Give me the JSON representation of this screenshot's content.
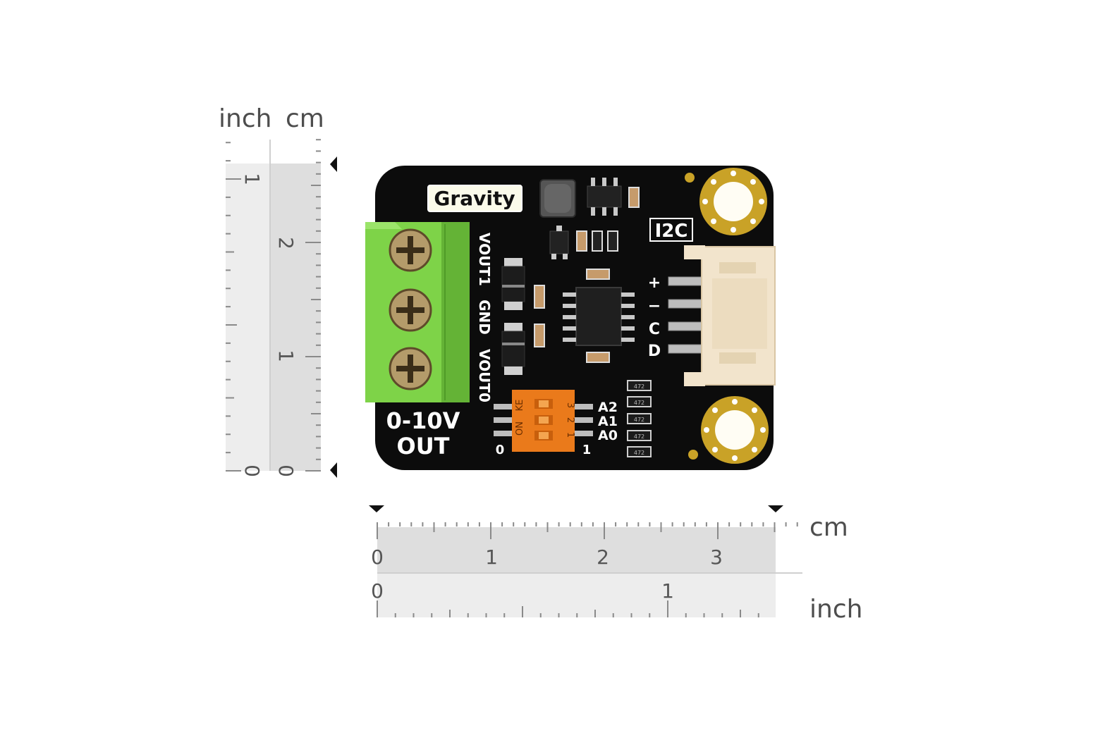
{
  "vertical_ruler": {
    "inch_unit": "inch",
    "cm_unit": "cm",
    "cm_ticks": [
      "0",
      "1",
      "2"
    ],
    "inch_ticks": [
      "0",
      "1"
    ]
  },
  "horizontal_ruler": {
    "cm_unit": "cm",
    "inch_unit": "inch",
    "cm_ticks": [
      "0",
      "1",
      "2",
      "3"
    ],
    "inch_ticks": [
      "0",
      "1"
    ]
  },
  "board": {
    "brand": "Gravity",
    "bus": "I2C",
    "output_line1": "0-10V",
    "output_line2": "OUT",
    "terminal_labels": [
      "VOUT1",
      "GND",
      "VOUT0"
    ],
    "connector_pins": [
      "+",
      "−",
      "C",
      "D"
    ],
    "address_labels": [
      "A2",
      "A1",
      "A0"
    ],
    "switch_marks": [
      "ON",
      "KE",
      "3",
      "2",
      "1"
    ],
    "switch_low": "0",
    "switch_high": "1",
    "resistor_code": "472",
    "colors": {
      "pcb": "#0c0c0c",
      "terminal": "#7ed348",
      "connector": "#f2e4cc",
      "mount_gold": "#c9a227"
    }
  }
}
